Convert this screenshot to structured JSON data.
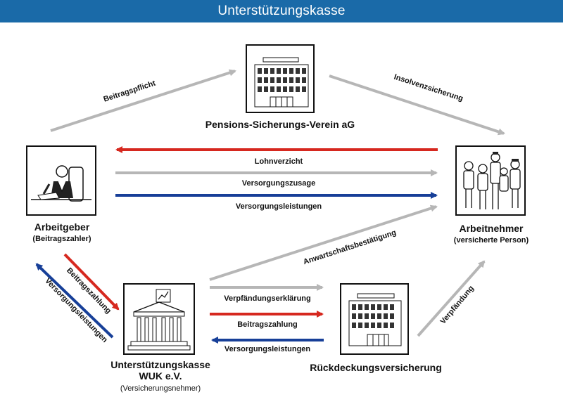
{
  "title": "Unterstützungskasse",
  "nodes": {
    "psv": {
      "name": "Pensions-Sicherungs-Verein aG"
    },
    "arbeitgeber": {
      "name": "Arbeitgeber",
      "sub": "(Beitragszahler)"
    },
    "arbeitnehmer": {
      "name": "Arbeitnehmer",
      "sub": "(versicherte Person)"
    },
    "uk": {
      "name": "Unterstützungskasse",
      "name2": "WUK e.V.",
      "sub": "(Versicherungsnehmer)"
    },
    "rdv": {
      "name": "Rückdeckungsversicherung"
    }
  },
  "flows": {
    "beitragspflicht": "Beitragspflicht",
    "insolvenzsicherung": "Insolvenzsicherung",
    "lohnverzicht": "Lohnverzicht",
    "versorgungszusage": "Versorgungszusage",
    "versorgungsleistungen_ag": "Versorgungsleistungen",
    "anwartschaft": "Anwartschaftsbestätigung",
    "beitragszahlung_uk": "Beitragszahlung",
    "versorgungsleistungen_uk": "Versorgungsleistungen",
    "verpfaendungserklaerung": "Verpfändungserklärung",
    "beitragszahlung_rdv": "Beitragszahlung",
    "versorgungsleistungen_rdv": "Versorgungsleistungen",
    "verpfaendung": "Verpfändung"
  },
  "colors": {
    "title_bar": "#1a6aa8",
    "arrow_red": "#d6281f",
    "arrow_blue": "#173f98",
    "arrow_gray": "#b6b6b6"
  }
}
